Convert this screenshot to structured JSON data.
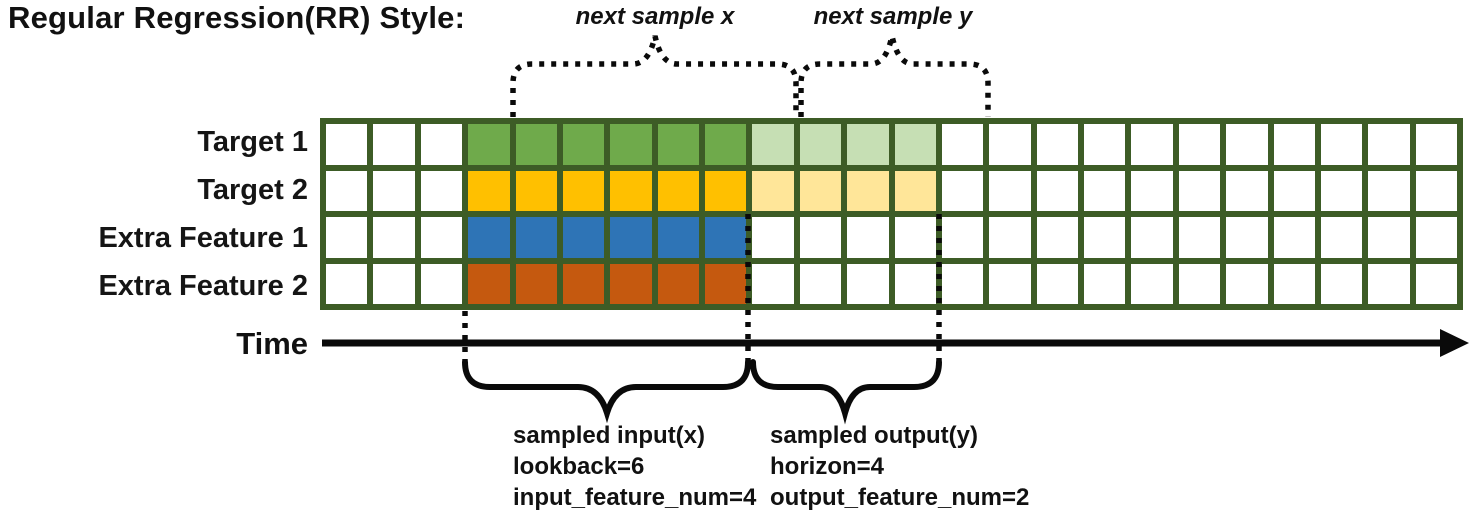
{
  "title": "Regular Regression(RR) Style:",
  "colors": {
    "grid_border": "#3d5c26",
    "empty": "#ffffff",
    "target1": "#6faa4b",
    "target1_light": "#c6dfb4",
    "target2": "#ffc000",
    "target2_light": "#ffe699",
    "extra1": "#2e74b6",
    "extra2": "#c5590f",
    "annotation": "#0a0a0a"
  },
  "grid": {
    "columns": 24,
    "lookback_start": 3,
    "lookback": 6,
    "horizon": 4,
    "rows": [
      {
        "label": "Target 1",
        "fill": "target1",
        "fill_light": "target1_light",
        "has_output": true
      },
      {
        "label": "Target 2",
        "fill": "target2",
        "fill_light": "target2_light",
        "has_output": true
      },
      {
        "label": "Extra Feature 1",
        "fill": "extra1",
        "has_output": false
      },
      {
        "label": "Extra Feature 2",
        "fill": "extra2",
        "has_output": false
      }
    ]
  },
  "annotations": {
    "next_sample_x": "next sample x",
    "next_sample_y": "next sample y",
    "time_label": "Time",
    "input_lines": [
      "sampled input(x)",
      "lookback=6",
      "input_feature_num=4"
    ],
    "output_lines": [
      "sampled output(y)",
      "horizon=4",
      "output_feature_num=2"
    ]
  }
}
